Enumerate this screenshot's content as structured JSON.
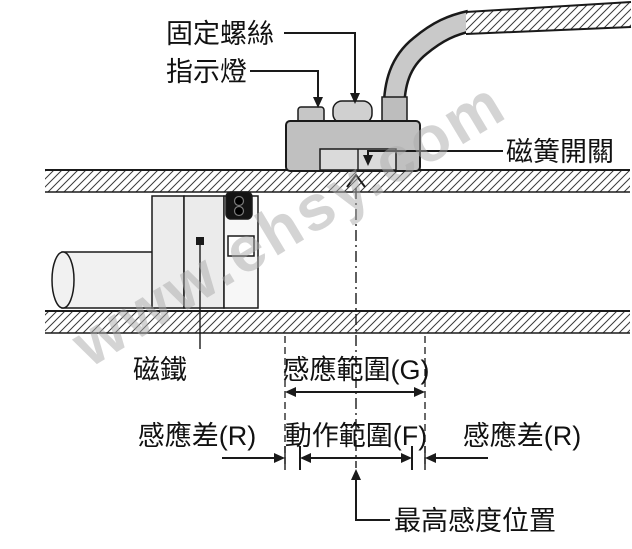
{
  "watermark": {
    "text": "www.ehsy.com",
    "color": "#ababab"
  },
  "callouts": {
    "fixing_screw": "固定螺絲",
    "indicator_light": "指示燈",
    "reed_switch": "磁簧開關",
    "magnet": "磁鐵"
  },
  "dimensions": {
    "sensing_range": "感應範圍(G)",
    "operating_range": "動作範圍(F)",
    "hysteresis_left": "感應差(R)",
    "hysteresis_right": "感應差(R)",
    "max_sensitivity": "最高感度位置"
  },
  "colors": {
    "line": "#1a1a1a",
    "sensor_body": "#c0c0c0",
    "piston_fill": "#ececec",
    "background": "#ffffff"
  }
}
